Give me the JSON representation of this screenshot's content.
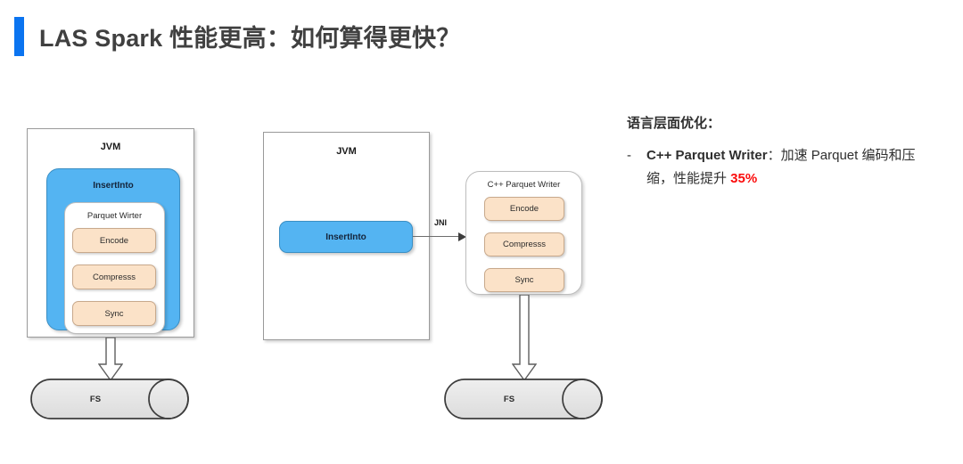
{
  "page": {
    "title": "LAS Spark 性能更高：如何算得更快？",
    "accent_color": "#0b74f0",
    "background": "#ffffff"
  },
  "colors": {
    "blue_fill": "#54b4f2",
    "orange_fill": "#fbe2c8",
    "orange_border": "#c8a98c",
    "cylinder_fill": "#e6e6e6",
    "highlight_red": "#fb0b0b"
  },
  "diagrams": {
    "left": {
      "name": "jvm-parquet-writer-in-jvm",
      "jvm_label": "JVM",
      "insert_label": "InsertInto",
      "writer_label": "Parquet Wirter",
      "operations": [
        "Encode",
        "Compresss",
        "Sync"
      ],
      "storage_label": "FS"
    },
    "right": {
      "name": "jvm-with-native-cpp-parquet-writer",
      "jvm_label": "JVM",
      "insert_label": "InsertInto",
      "bridge_label": "JNI",
      "writer_label": "C++ Parquet Writer",
      "operations": [
        "Encode",
        "Compresss",
        "Sync"
      ],
      "storage_label": "FS"
    }
  },
  "text_panel": {
    "heading": "语言层面优化：",
    "bullets": [
      {
        "dash": "-",
        "strong": "C++ Parquet Writer",
        "mid": "：加速 Parquet 编码和压缩，性能提升 ",
        "highlight": "35%"
      }
    ]
  }
}
